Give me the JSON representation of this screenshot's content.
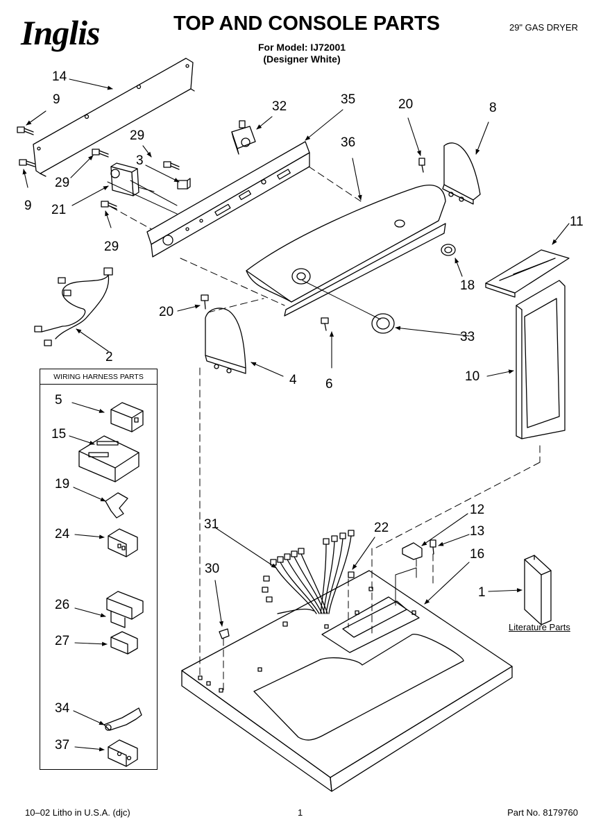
{
  "header": {
    "brand": "Inglis",
    "title": "TOP AND CONSOLE PARTS",
    "model_line": "For Model: IJ72001",
    "color_line": "(Designer White)",
    "dryer_type": "29\" GAS DRYER"
  },
  "harness_box": {
    "title": "WIRING HARNESS PARTS",
    "labels": [
      "5",
      "15",
      "19",
      "24",
      "26",
      "27",
      "34",
      "37"
    ]
  },
  "main_callouts": {
    "c14": "14",
    "c9a": "9",
    "c9b": "9",
    "c29a": "29",
    "c29b": "29",
    "c29c": "29",
    "c3": "3",
    "c21": "21",
    "c32": "32",
    "c35": "35",
    "c36": "36",
    "c20a": "20",
    "c8": "8",
    "c11": "11",
    "c18": "18",
    "c20b": "20",
    "c33": "33",
    "c2": "2",
    "c4": "4",
    "c6": "6",
    "c10": "10",
    "c31": "31",
    "c22": "22",
    "c12": "12",
    "c13": "13",
    "c16": "16",
    "c30": "30",
    "c1": "1"
  },
  "literature_label": "Literature Parts",
  "footer": {
    "left": "10–02 Litho in U.S.A. (djc)",
    "center": "1",
    "right": "Part No. 8179760"
  }
}
